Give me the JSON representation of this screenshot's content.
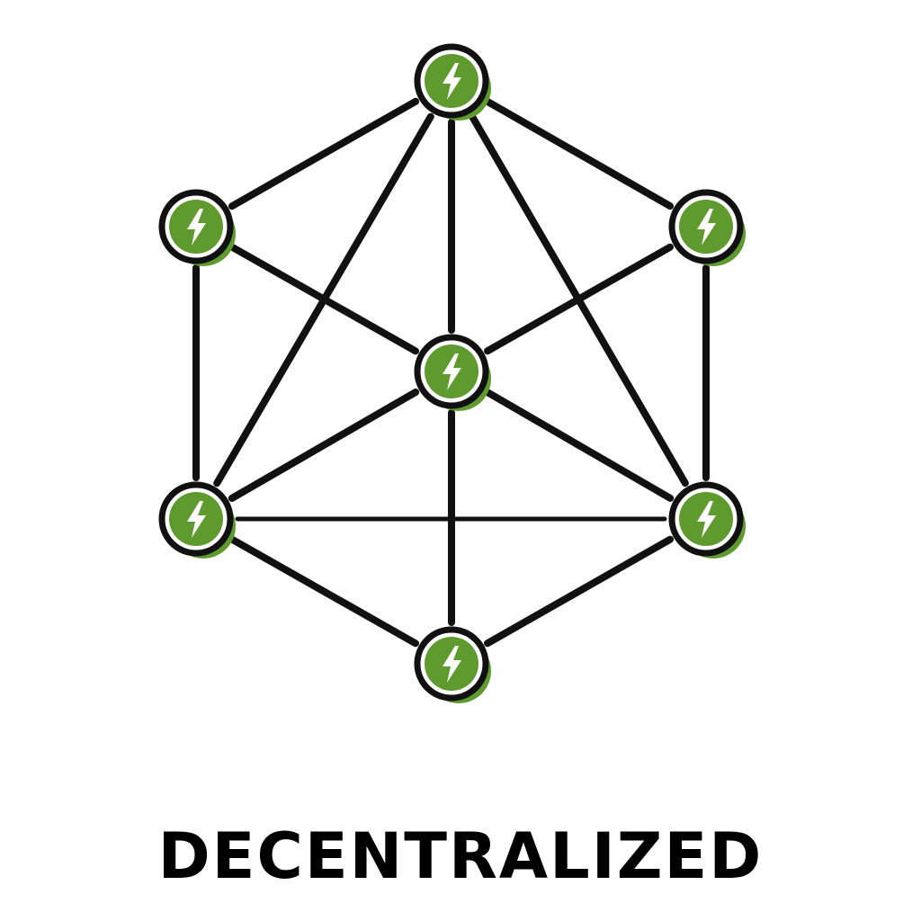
{
  "caption": "DECENTRALIZED",
  "colors": {
    "node_fill": "#5f9a2e",
    "node_ring": "#111111",
    "edge": "#111111",
    "bolt": "#ffffff"
  },
  "nodes": [
    {
      "id": "top",
      "icon": "lightning-bolt-icon"
    },
    {
      "id": "upper-left",
      "icon": "lightning-bolt-icon"
    },
    {
      "id": "upper-right",
      "icon": "lightning-bolt-icon"
    },
    {
      "id": "center",
      "icon": "lightning-bolt-icon"
    },
    {
      "id": "lower-left",
      "icon": "lightning-bolt-icon"
    },
    {
      "id": "lower-right",
      "icon": "lightning-bolt-icon"
    },
    {
      "id": "bottom",
      "icon": "lightning-bolt-icon"
    }
  ],
  "edges": [
    [
      "top",
      "upper-left"
    ],
    [
      "top",
      "upper-right"
    ],
    [
      "top",
      "center"
    ],
    [
      "top",
      "lower-left"
    ],
    [
      "top",
      "lower-right"
    ],
    [
      "upper-left",
      "lower-left"
    ],
    [
      "upper-left",
      "center"
    ],
    [
      "upper-right",
      "lower-right"
    ],
    [
      "upper-right",
      "center"
    ],
    [
      "center",
      "lower-left"
    ],
    [
      "center",
      "lower-right"
    ],
    [
      "center",
      "bottom"
    ],
    [
      "lower-left",
      "lower-right"
    ],
    [
      "lower-left",
      "bottom"
    ],
    [
      "lower-right",
      "bottom"
    ]
  ]
}
